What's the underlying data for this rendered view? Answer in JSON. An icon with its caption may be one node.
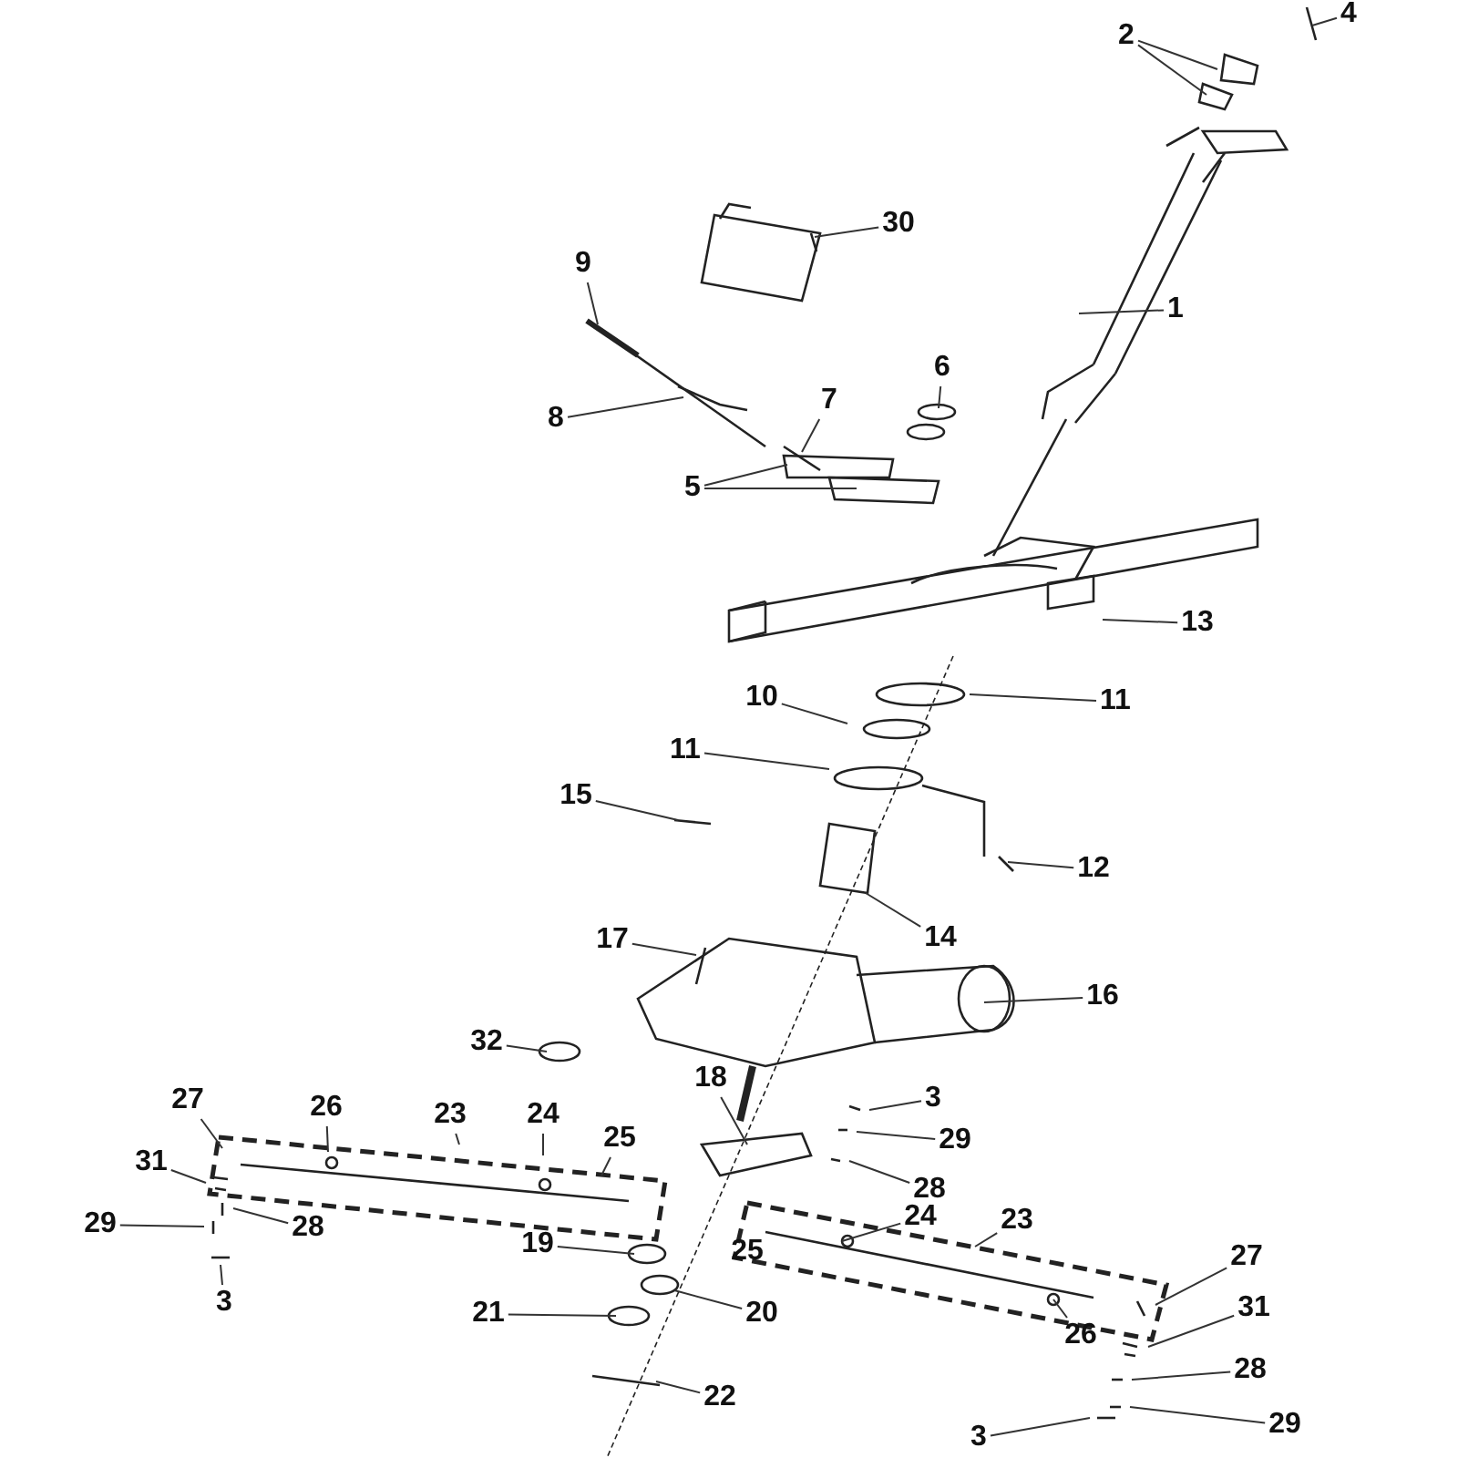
{
  "diagram": {
    "nodes": [
      {
        "text": [
          "4"
        ]
      },
      {
        "text": [
          "2"
        ]
      },
      {
        "text": [
          "30"
        ]
      },
      {
        "text": [
          "9"
        ]
      },
      {
        "text": [
          "1"
        ]
      },
      {
        "text": [
          "6"
        ]
      },
      {
        "text": [
          "7"
        ]
      },
      {
        "text": [
          "8"
        ]
      },
      {
        "text": [
          "5"
        ]
      },
      {
        "text": [
          "13"
        ]
      },
      {
        "text": [
          "10"
        ]
      },
      {
        "text": [
          "11"
        ]
      },
      {
        "text": [
          "11"
        ]
      },
      {
        "text": [
          "15"
        ]
      },
      {
        "text": [
          "12"
        ]
      },
      {
        "text": [
          "14"
        ]
      },
      {
        "text": [
          "17"
        ]
      },
      {
        "text": [
          "16"
        ]
      },
      {
        "text": [
          "32"
        ]
      },
      {
        "text": [
          "18"
        ]
      },
      {
        "text": [
          "3"
        ]
      },
      {
        "text": [
          "27"
        ]
      },
      {
        "text": [
          "26"
        ]
      },
      {
        "text": [
          "23"
        ]
      },
      {
        "text": [
          "24"
        ]
      },
      {
        "text": [
          "29"
        ]
      },
      {
        "text": [
          "25"
        ]
      },
      {
        "text": [
          "31"
        ]
      },
      {
        "text": [
          "28"
        ]
      },
      {
        "text": [
          "29"
        ]
      },
      {
        "text": [
          "28"
        ]
      },
      {
        "text": [
          "24"
        ]
      },
      {
        "text": [
          "23"
        ]
      },
      {
        "text": [
          "19"
        ]
      },
      {
        "text": [
          "27"
        ]
      },
      {
        "text": [
          "3"
        ]
      },
      {
        "text": [
          "21"
        ]
      },
      {
        "text": [
          "20"
        ]
      },
      {
        "text": [
          "31"
        ]
      },
      {
        "text": [
          "26"
        ]
      },
      {
        "text": [
          "28"
        ]
      },
      {
        "text": [
          "22"
        ]
      },
      {
        "text": [
          "29"
        ]
      },
      {
        "text": [
          "3"
        ]
      }
    ],
    "edges": [
      {
        "from": 0,
        "to": null,
        "arrow": "none"
      },
      {
        "from": 1,
        "to": null,
        "arrow": "none"
      },
      {
        "from": 1,
        "to": null,
        "arrow": "none"
      },
      {
        "from": 2,
        "to": null,
        "arrow": "none"
      },
      {
        "from": 3,
        "to": null,
        "arrow": "none"
      },
      {
        "from": 4,
        "to": null,
        "arrow": "none"
      },
      {
        "from": 5,
        "to": null,
        "arrow": "none"
      },
      {
        "from": 6,
        "to": null,
        "arrow": "none"
      },
      {
        "from": 7,
        "to": null,
        "arrow": "none"
      },
      {
        "from": 8,
        "to": null,
        "arrow": "none"
      },
      {
        "from": 8,
        "to": null,
        "arrow": "none"
      },
      {
        "from": 9,
        "to": null,
        "arrow": "none"
      },
      {
        "from": 10,
        "to": null,
        "arrow": "none"
      },
      {
        "from": 11,
        "to": null,
        "arrow": "none"
      },
      {
        "from": 12,
        "to": null,
        "arrow": "none"
      },
      {
        "from": 13,
        "to": null,
        "arrow": "none"
      },
      {
        "from": 14,
        "to": null,
        "arrow": "none"
      },
      {
        "from": 15,
        "to": null,
        "arrow": "none"
      },
      {
        "from": 16,
        "to": null,
        "arrow": "none"
      },
      {
        "from": 17,
        "to": null,
        "arrow": "none"
      },
      {
        "from": 18,
        "to": null,
        "arrow": "none"
      },
      {
        "from": 19,
        "to": null,
        "arrow": "none"
      },
      {
        "from": 20,
        "to": null,
        "arrow": "none"
      },
      {
        "from": 21,
        "to": null,
        "arrow": "none"
      },
      {
        "from": 22,
        "to": null,
        "arrow": "none"
      },
      {
        "from": 23,
        "to": null,
        "arrow": "none"
      },
      {
        "from": 24,
        "to": null,
        "arrow": "none"
      },
      {
        "from": 25,
        "to": null,
        "arrow": "none"
      },
      {
        "from": 26,
        "to": null,
        "arrow": "none"
      },
      {
        "from": 27,
        "to": null,
        "arrow": "none"
      },
      {
        "from": 28,
        "to": null,
        "arrow": "none"
      },
      {
        "from": 29,
        "to": null,
        "arrow": "none"
      },
      {
        "from": 30,
        "to": null,
        "arrow": "none"
      },
      {
        "from": 31,
        "to": null,
        "arrow": "none"
      },
      {
        "from": 32,
        "to": null,
        "arrow": "none"
      },
      {
        "from": 33,
        "to": null,
        "arrow": "none"
      },
      {
        "from": 34,
        "to": null,
        "arrow": "none"
      },
      {
        "from": 35,
        "to": null,
        "arrow": "none"
      },
      {
        "from": 36,
        "to": null,
        "arrow": "none"
      },
      {
        "from": 37,
        "to": null,
        "arrow": "none"
      },
      {
        "from": 38,
        "to": null,
        "arrow": "none"
      },
      {
        "from": 39,
        "to": null,
        "arrow": "none"
      },
      {
        "from": 40,
        "to": null,
        "arrow": "none"
      },
      {
        "from": 41,
        "to": null,
        "arrow": "none"
      },
      {
        "from": 42,
        "to": null,
        "arrow": "none"
      },
      {
        "from": 43,
        "to": null,
        "arrow": "none"
      }
    ],
    "labels": [
      "25"
    ]
  }
}
